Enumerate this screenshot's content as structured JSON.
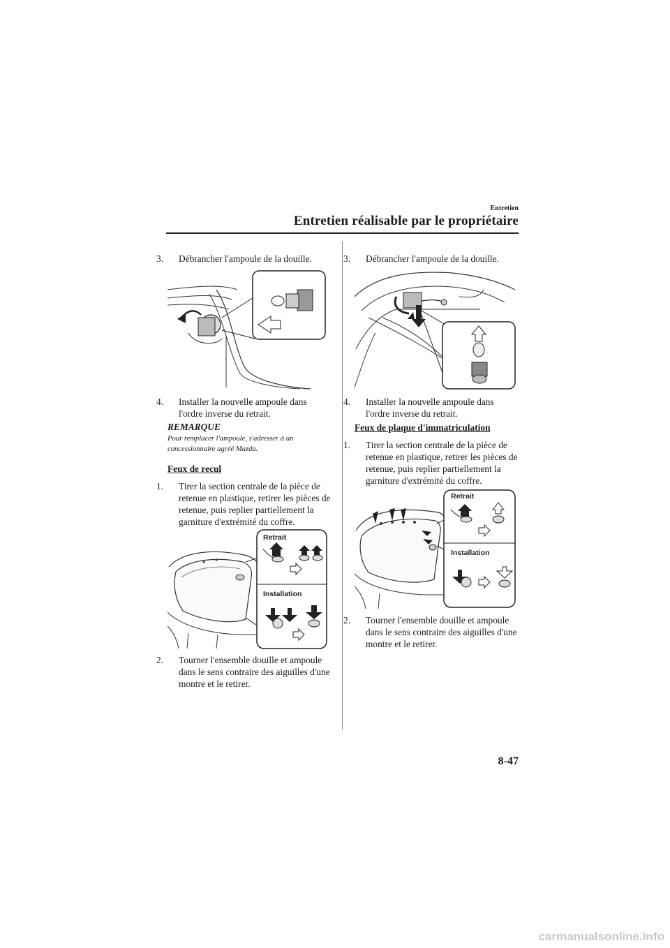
{
  "header": {
    "section": "Entretien",
    "title": "Entretien réalisable par le propriétaire"
  },
  "left_column": {
    "step3": {
      "num": "3.",
      "text": "Débrancher l'ampoule de la douille."
    },
    "step4": {
      "num": "4.",
      "text": "Installer la nouvelle ampoule dans l'ordre inverse du retrait."
    },
    "remarque": {
      "heading": "REMARQUE",
      "text": "Pour remplacer l'ampoule, s'adresser à un concessionnaire agréé Mazda."
    },
    "feux_de_recul": {
      "heading": "Feux de recul",
      "step1": {
        "num": "1.",
        "text": "Tirer la section centrale de la pièce de retenue en plastique, retirer les pièces de retenue, puis replier partiellement la garniture d'extrémité du coffre."
      },
      "figure": {
        "label_remove": "Retrait",
        "label_install": "Installation"
      },
      "step2": {
        "num": "2.",
        "text": "Tourner l'ensemble douille et ampoule dans le sens contraire des aiguilles d'une montre et le retirer."
      }
    }
  },
  "right_column": {
    "step3": {
      "num": "3.",
      "text": "Débrancher l'ampoule de la douille."
    },
    "step4": {
      "num": "4.",
      "text": "Installer la nouvelle ampoule dans l'ordre inverse du retrait."
    },
    "plaque": {
      "heading": "Feux de plaque d'immatriculation",
      "step1": {
        "num": "1.",
        "text": "Tirer la section centrale de la pièce de retenue en plastique, retirer les pièces de retenue, puis replier partiellement la garniture d'extrémité du coffre."
      },
      "figure": {
        "label_remove": "Retrait",
        "label_install": "Installation"
      },
      "step2": {
        "num": "2.",
        "text": "Tourner l'ensemble douille et ampoule dans le sens contraire des aiguilles d'une montre et le retirer."
      }
    }
  },
  "footer": {
    "page_number": "8-47",
    "watermark": "carmanualsonline.info"
  }
}
